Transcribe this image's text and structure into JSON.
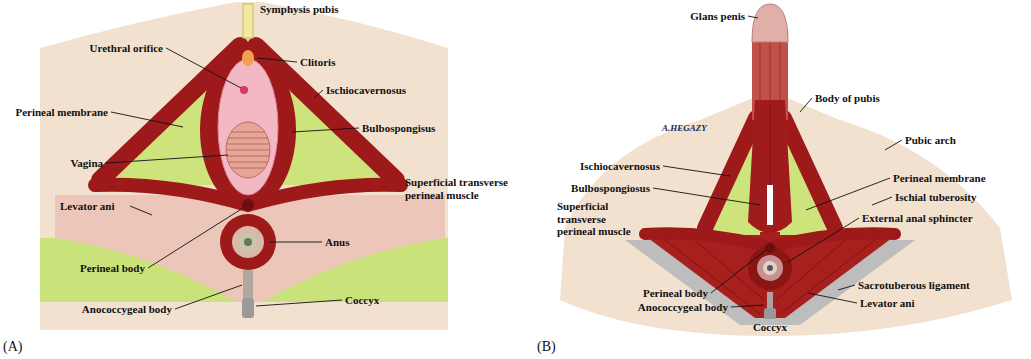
{
  "diagram": {
    "labels": [
      "Symphysis pubis",
      "Urethral orifice",
      "Clitoris",
      "Ischiocavernosus",
      "Perineal membrane",
      "Bulbospongisus",
      "Vagina",
      "Superficial transverse perineal muscle",
      "Levator ani",
      "Anus",
      "Perineal body",
      "Coccyx",
      "Anococcygeal body",
      "(A)",
      "Glans penis",
      "Body of pubis",
      "A.HEGAZY",
      "Pubic arch",
      "Ischiocavernosus",
      "Perineal membrane",
      "Bulbospongiosus",
      "Ischial tuberosity",
      "Superficial transverse perineal muscle",
      "External anal sphincter",
      "Sacrotuberous ligament",
      "Perineal body",
      "Anococcygeal body",
      "Levator ani",
      "Coccyx",
      "(B)"
    ]
  }
}
